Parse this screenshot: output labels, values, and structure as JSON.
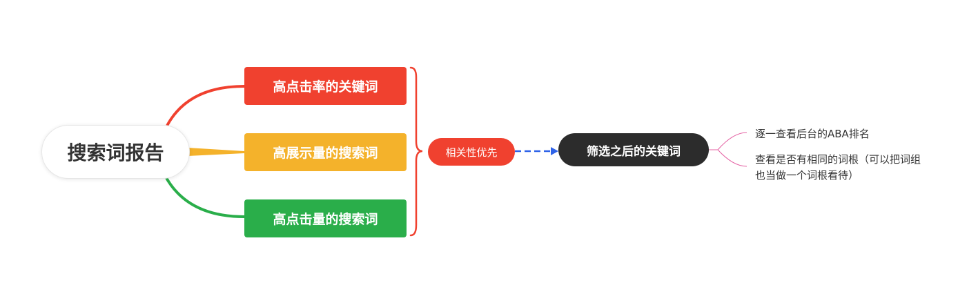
{
  "root": {
    "label": "搜索词报告"
  },
  "branches": [
    {
      "label": "高点击率的关键词",
      "color": "#f0412f"
    },
    {
      "label": "高展示量的搜索词",
      "color": "#f4b22b"
    },
    {
      "label": "高点击量的搜索词",
      "color": "#2aae4a"
    }
  ],
  "summary": {
    "label": "相关性优先",
    "color": "#f0412f"
  },
  "result": {
    "label": "筛选之后的关键词",
    "color": "#2c2c2c"
  },
  "arrow_color": "#2f63e8",
  "leaf_line_color": "#e461a3",
  "leaves": [
    {
      "text": "逐一查看后台的ABA排名"
    },
    {
      "text": "查看是否有相同的词根（可以把词组也当做一个词根看待）"
    }
  ]
}
